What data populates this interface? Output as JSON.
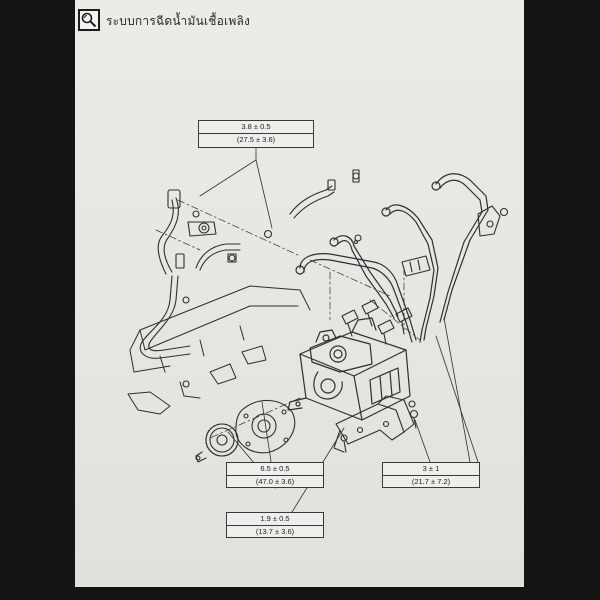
{
  "header": {
    "title": "ระบบการฉีดน้ำมันเชื้อเพลิง",
    "icon": "wrench-magnifier-icon"
  },
  "callouts": {
    "top": {
      "line1": "3.8 ± 0.5",
      "line2": "(27.5 ± 3.6)"
    },
    "left": {
      "line1": "6.5 ± 0.5",
      "line2": "(47.0 ± 3.6)"
    },
    "right": {
      "line1": "3 ± 1",
      "line2": "(21.7 ± 7.2)"
    },
    "bottom": {
      "line1": "1.9 ± 0.5",
      "line2": "(13.7 ± 3.6)"
    }
  },
  "colors": {
    "paper": "#e6e5e0",
    "ink": "#2a2a2a",
    "monitor_bezel": "#141414"
  }
}
